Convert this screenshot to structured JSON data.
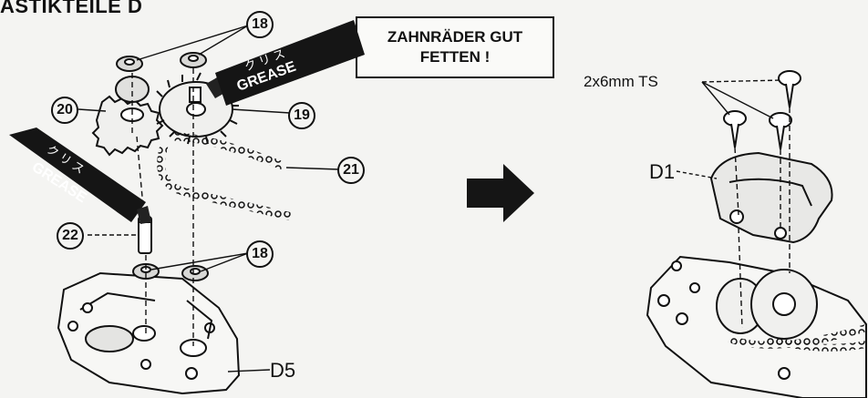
{
  "header": {
    "title": "ASTIKTEILE D"
  },
  "notice": {
    "line1": "ZAHNRÄDER GUT",
    "line2": "FETTEN !"
  },
  "callouts": {
    "p18a": "18",
    "p18b": "18",
    "p19": "19",
    "p20": "20",
    "p21": "21",
    "p22": "22"
  },
  "labels": {
    "d5": "D5",
    "d1": "D1",
    "screw": "2x6mm TS"
  },
  "grease_tubes": {
    "upper": {
      "kana": "ク リ ス",
      "word": "GREASE"
    },
    "lower": {
      "kana": "ク リ ス",
      "word": "GREASE"
    }
  }
}
